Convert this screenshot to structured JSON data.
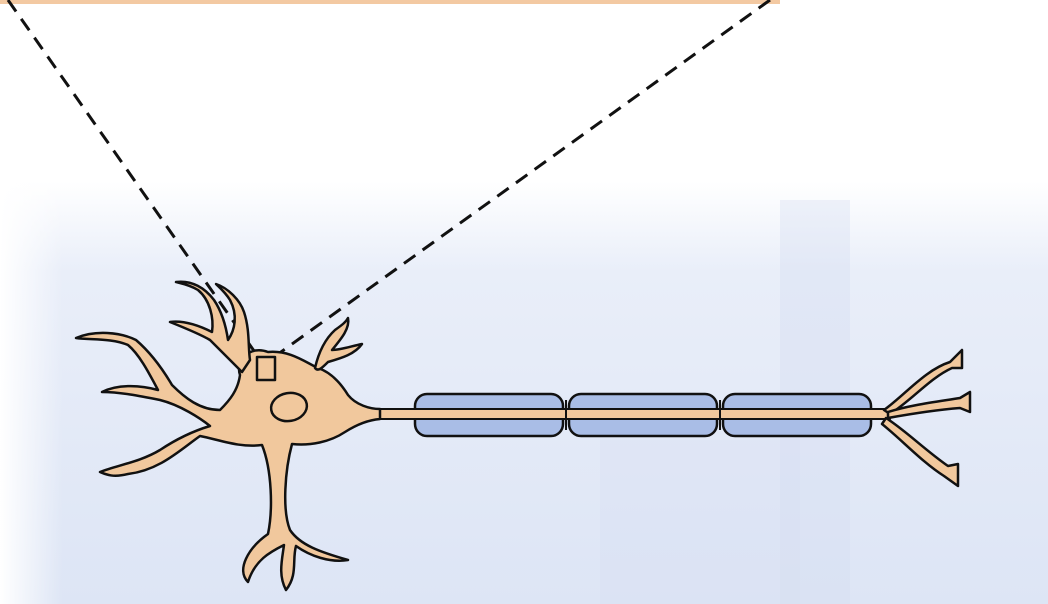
{
  "diagram": {
    "subject": "neuron",
    "colors": {
      "background_tint": "#dfe6f6",
      "background_top": "#ffffff",
      "top_band": "#f3c9a2",
      "cell_body": "#f1c89d",
      "myelin_sheath": "#a9bde6",
      "outline": "#111111",
      "zoom_lines": "#111111"
    },
    "parts": [
      "dendrites",
      "cell-body",
      "nucleus",
      "axon",
      "myelin-sheath",
      "axon-terminals",
      "zoom-box"
    ],
    "myelin_segment_count": 3,
    "axon_terminal_count": 3
  }
}
